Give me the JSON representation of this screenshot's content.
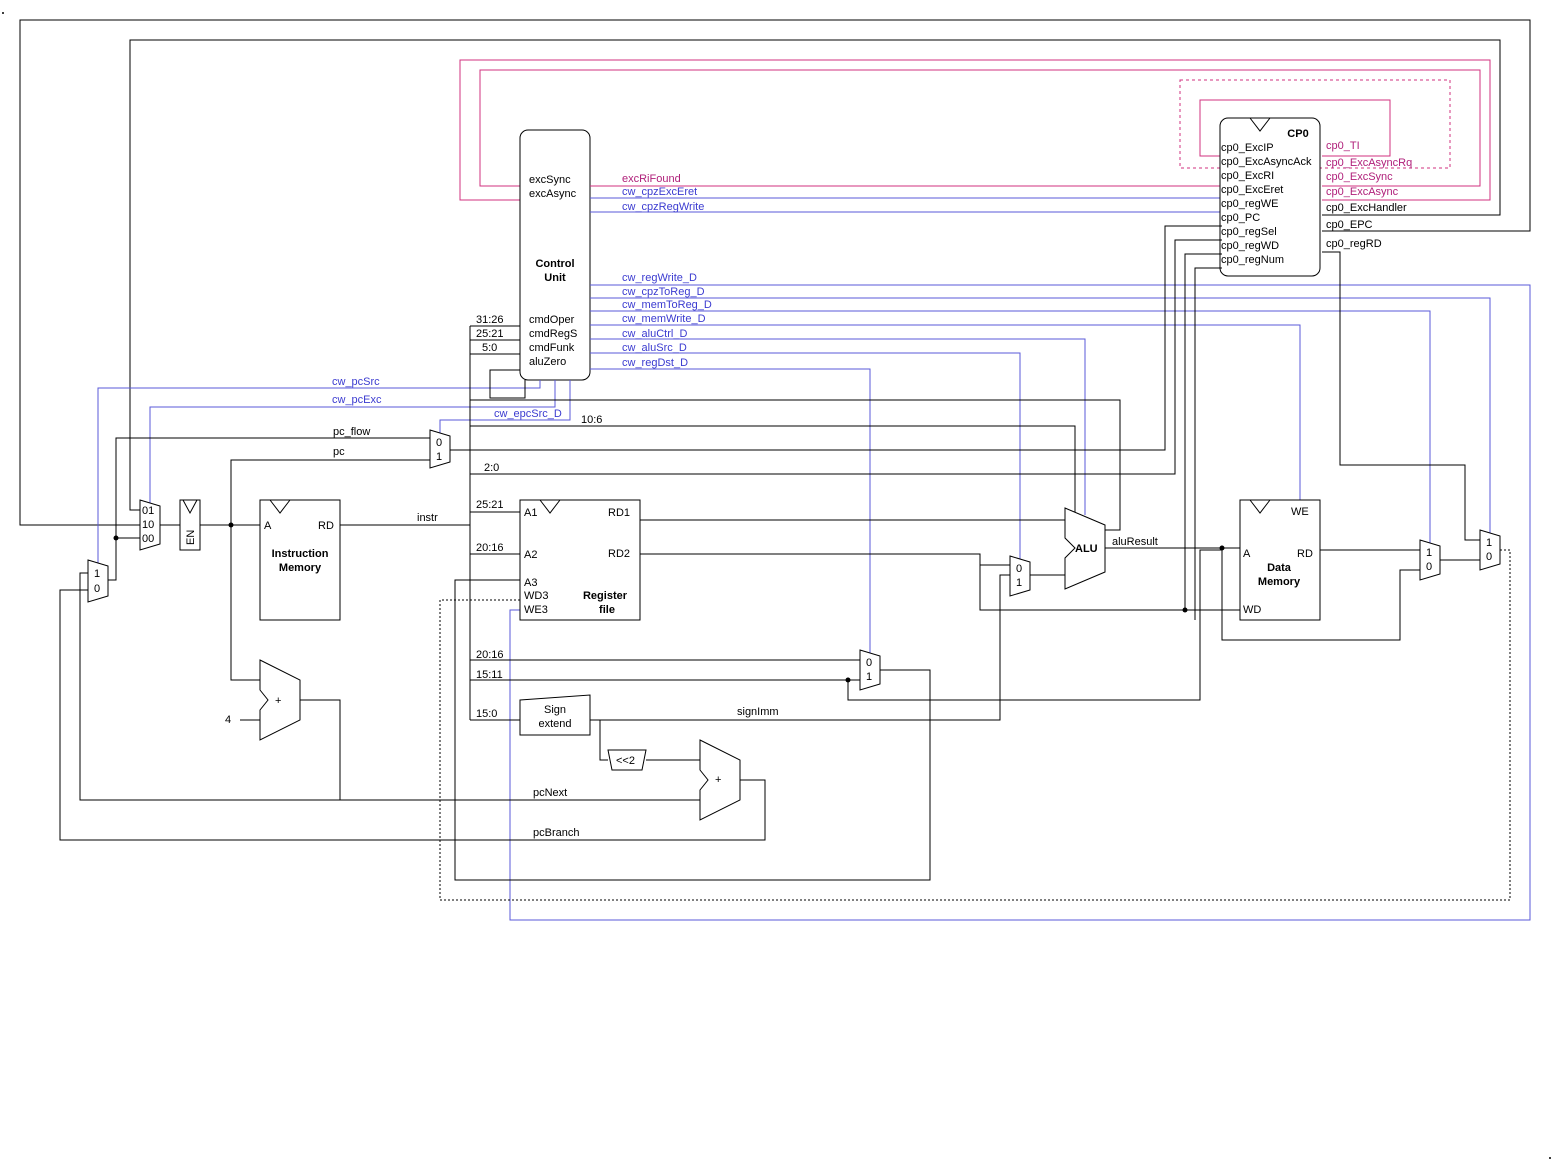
{
  "blocks": {
    "control_unit": {
      "title1": "Control",
      "title2": "Unit",
      "ports": [
        "excSync",
        "excAsync",
        "cmdOper",
        "cmdRegS",
        "cmdFunk",
        "aluZero"
      ]
    },
    "cp0": {
      "title": "CP0",
      "ports_in": [
        "cp0_ExcIP",
        "cp0_ExcAsyncAck",
        "cp0_ExcRI",
        "cp0_ExcEret",
        "cp0_regWE",
        "cp0_PC",
        "cp0_regSel",
        "cp0_regWD",
        "cp0_regNum"
      ],
      "ports_out": [
        "cp0_TI",
        "cp0_ExcAsyncRq",
        "cp0_ExcSync",
        "cp0_ExcAsync",
        "cp0_ExcHandler",
        "cp0_EPC",
        "cp0_regRD"
      ]
    },
    "instr_mem": {
      "title1": "Instruction",
      "title2": "Memory",
      "a": "A",
      "rd": "RD"
    },
    "reg_file": {
      "title1": "Register",
      "title2": "file",
      "ports": [
        "A1",
        "A2",
        "A3",
        "WD3",
        "WE3"
      ],
      "rd1": "RD1",
      "rd2": "RD2"
    },
    "data_mem": {
      "title1": "Data",
      "title2": "Memory",
      "a": "A",
      "rd": "RD",
      "wd": "WD",
      "we": "WE"
    },
    "alu": {
      "label": "ALU"
    },
    "sign_extend": {
      "line1": "Sign",
      "line2": "extend"
    },
    "shift": {
      "label": "<<2"
    },
    "pc_reg": {
      "label": "EN"
    },
    "adder": {
      "label": "+",
      "const": "4"
    }
  },
  "control_signals": {
    "exc_ri_found": "excRiFound",
    "cpz_exc_eret": "cw_cpzExcEret",
    "cpz_reg_write": "cw_cpzRegWrite",
    "reg_write_d": "cw_regWrite_D",
    "cpz_to_reg_d": "cw_cpzToReg_D",
    "mem_to_reg_d": "cw_memToReg_D",
    "mem_write_d": "cw_memWrite_D",
    "alu_ctrl_d": "cw_aluCtrl_D",
    "alu_src_d": "cw_aluSrc_D",
    "reg_dst_d": "cw_regDst_D",
    "pc_src": "cw_pcSrc",
    "pc_exc": "cw_pcExc",
    "epc_src_d": "cw_epcSrc_D"
  },
  "wire_labels": {
    "pc_flow": "pc_flow",
    "pc": "pc",
    "instr": "instr",
    "alu_result": "aluResult",
    "sign_imm": "signImm",
    "pc_next": "pcNext",
    "pc_branch": "pcBranch"
  },
  "bit_fields": {
    "f31_26": "31:26",
    "f25_21_cu": "25:21",
    "f5_0": "5:0",
    "f10_6": "10:6",
    "f2_0": "2:0",
    "f25_21_rf": "25:21",
    "f20_16_rf": "20:16",
    "f20_16_mux": "20:16",
    "f15_11": "15:11",
    "f15_0": "15:0"
  },
  "mux_labels": {
    "pc_select": [
      "01",
      "10",
      "00"
    ],
    "pc_flow_mux": [
      "0",
      "1"
    ],
    "branch_mux": [
      "1",
      "0"
    ],
    "regdst_mux": [
      "0",
      "1"
    ],
    "alusrc_mux": [
      "0",
      "1"
    ],
    "memtoreg_mux": [
      "1",
      "0"
    ],
    "cpz_mux": [
      "1",
      "0"
    ]
  }
}
